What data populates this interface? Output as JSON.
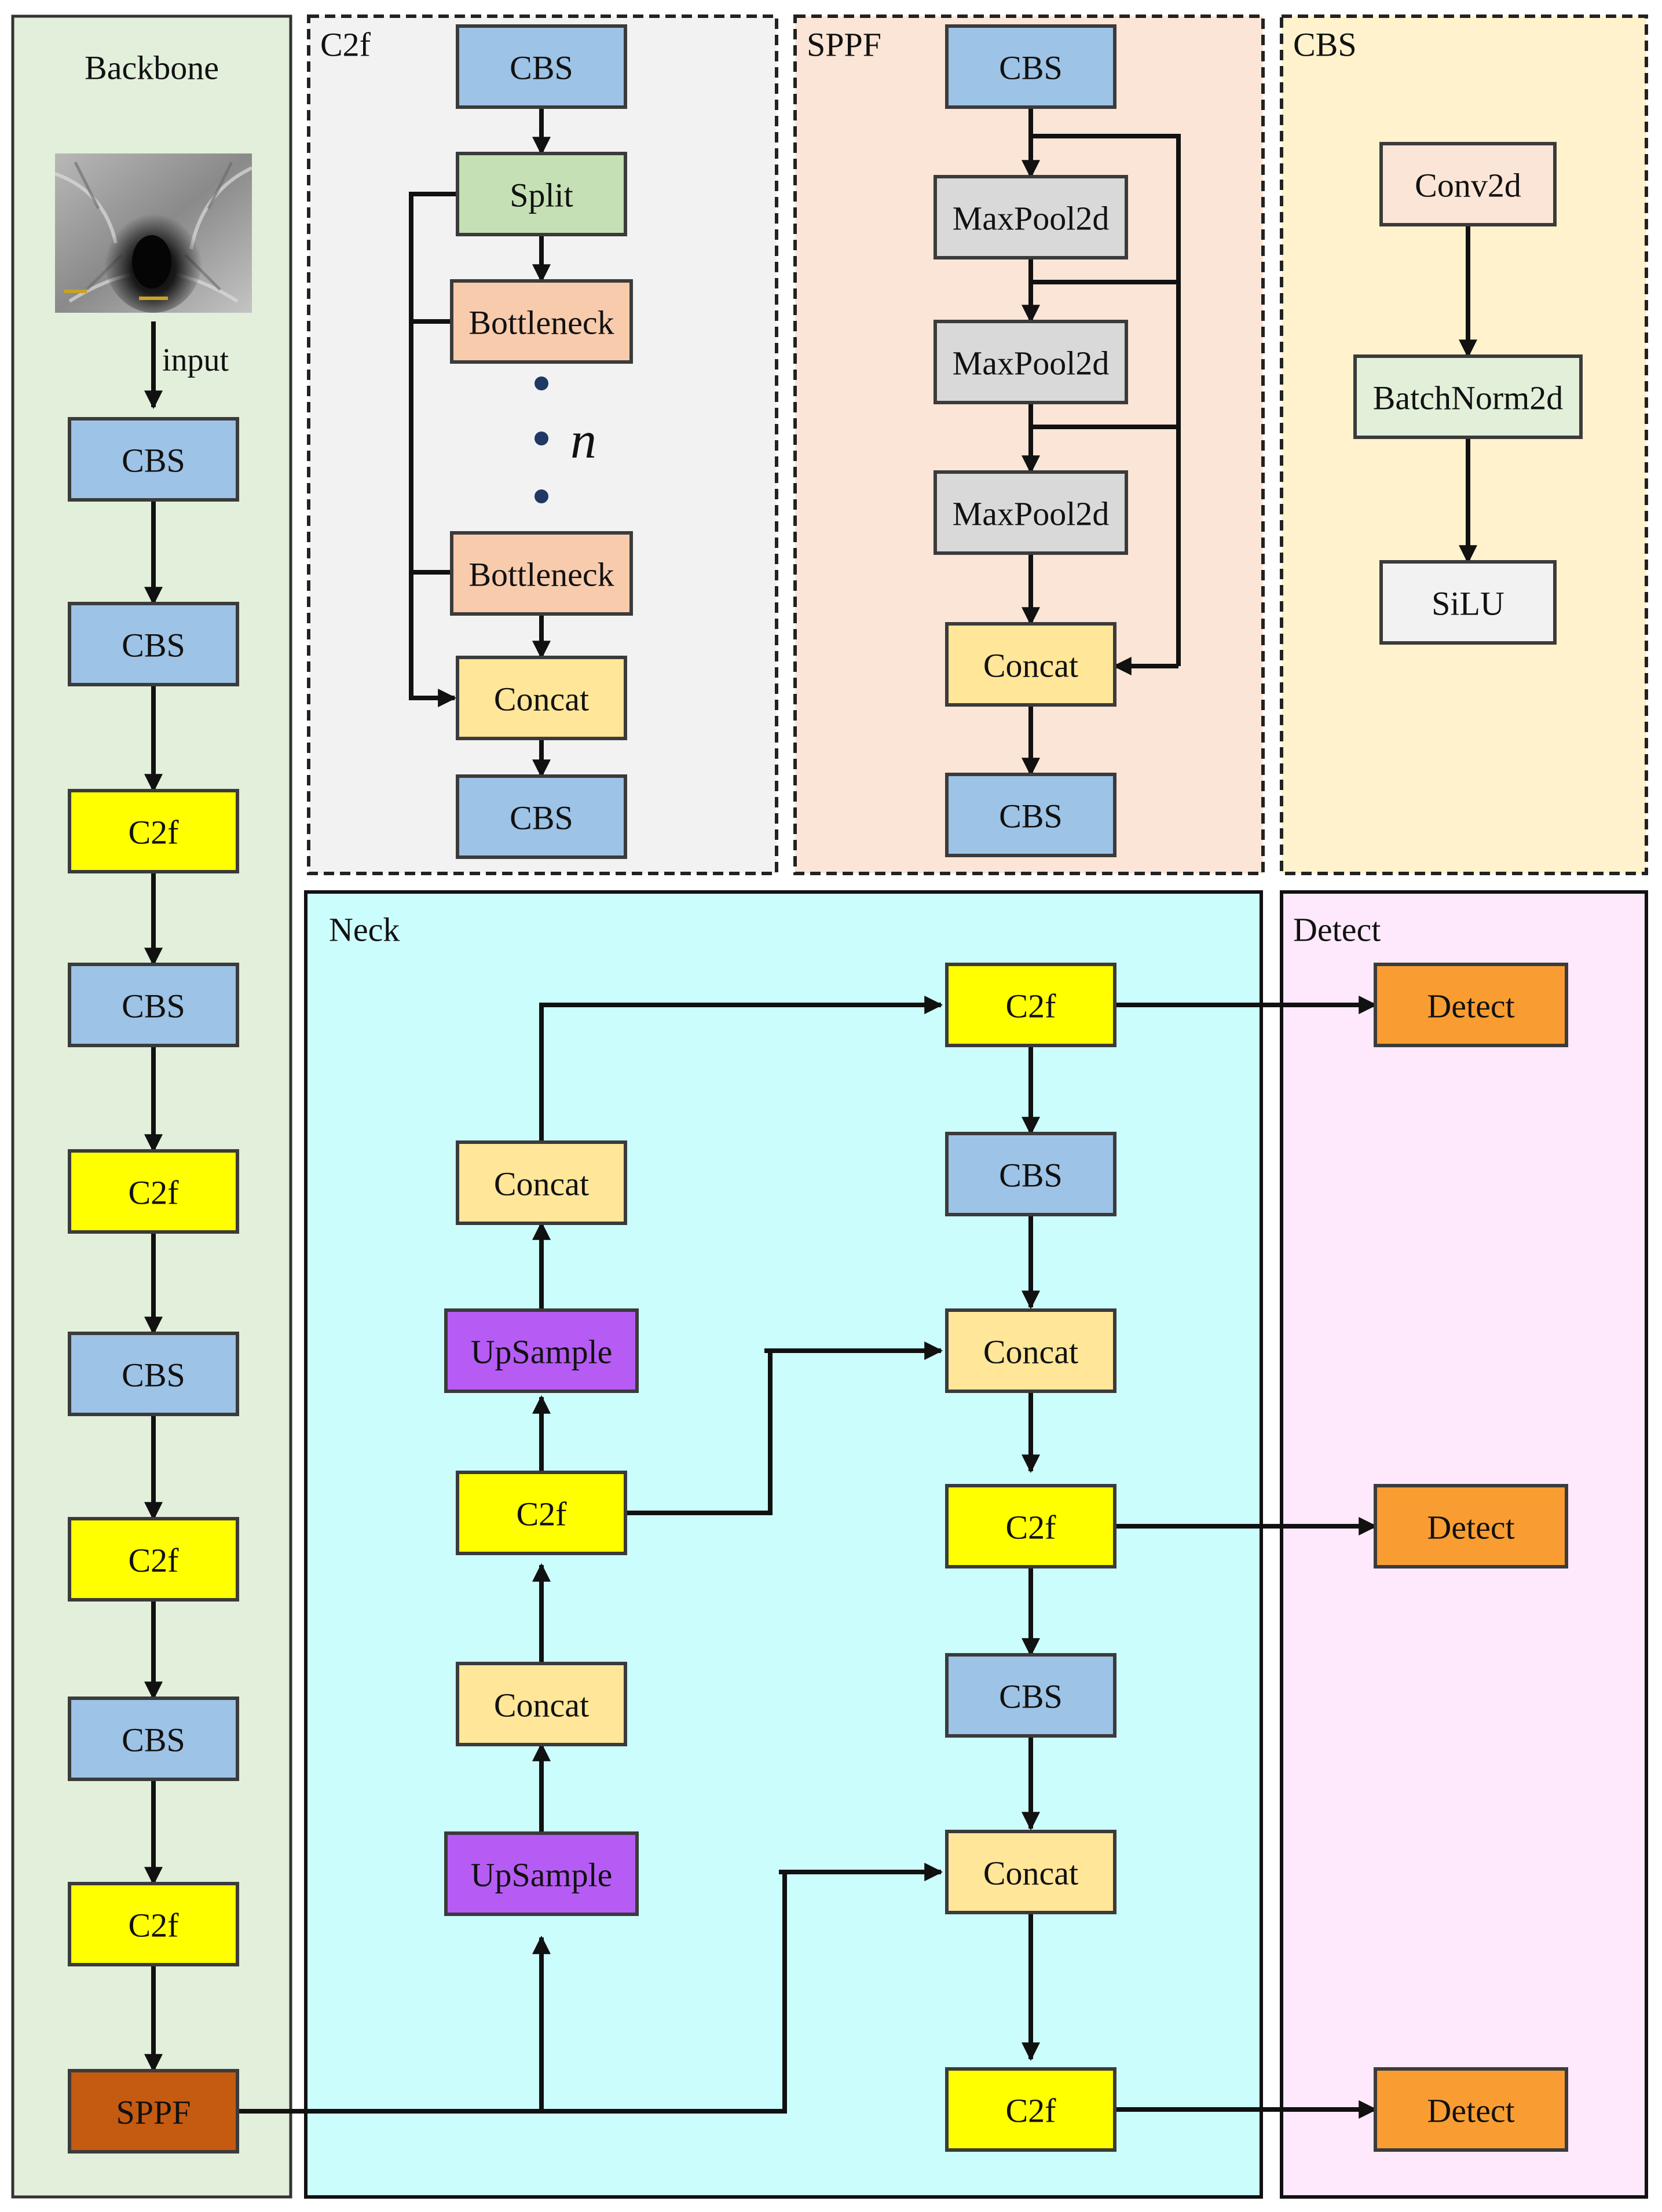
{
  "colors": {
    "cbs": "#9dc3e6",
    "c2f": "#ffff00",
    "split": "#c5e0b4",
    "bottleneck": "#f8cbad",
    "concat": "#ffe699",
    "maxpool": "#d9d9d9",
    "conv2d": "#fbe5d6",
    "batchnorm": "#e2f0d9",
    "silu": "#f2f2f2",
    "upsample": "#b65cf5",
    "detect": "#f99d32",
    "sppf": "#c55a11",
    "backbone_bg": "#e2efda",
    "c2f_bg": "#f2f2f2",
    "sppf_bg": "#fbe5d6",
    "cbs_bg": "#fff2cc",
    "neck_bg": "#ccfdfd",
    "detect_bg": "#fde9fb"
  },
  "panels": {
    "backbone": {
      "title": "Backbone",
      "input_label": "input",
      "input_image": "pipe-interior-photo"
    },
    "c2f": {
      "title": "C2f",
      "repeat_label": "n"
    },
    "sppf": {
      "title": "SPPF"
    },
    "cbs": {
      "title": "CBS"
    },
    "neck": {
      "title": "Neck"
    },
    "detect": {
      "title": "Detect"
    }
  },
  "blocks": {
    "bb_cbs1": "CBS",
    "bb_cbs2": "CBS",
    "bb_c2f1": "C2f",
    "bb_cbs3": "CBS",
    "bb_c2f2": "C2f",
    "bb_cbs4": "CBS",
    "bb_c2f3": "C2f",
    "bb_cbs5": "CBS",
    "bb_c2f4": "C2f",
    "bb_sppf": "SPPF",
    "c2f_cbs_top": "CBS",
    "c2f_split": "Split",
    "c2f_bottleneck1": "Bottleneck",
    "c2f_bottleneck2": "Bottleneck",
    "c2f_concat": "Concat",
    "c2f_cbs_bottom": "CBS",
    "sppf_cbs_top": "CBS",
    "sppf_maxpool1": "MaxPool2d",
    "sppf_maxpool2": "MaxPool2d",
    "sppf_maxpool3": "MaxPool2d",
    "sppf_concat": "Concat",
    "sppf_cbs_bottom": "CBS",
    "cbs_conv2d": "Conv2d",
    "cbs_batchnorm": "BatchNorm2d",
    "cbs_silu": "SiLU",
    "neck_concat_a": "Concat",
    "neck_upsample_a": "UpSample",
    "neck_c2f_left": "C2f",
    "neck_concat_b": "Concat",
    "neck_upsample_b": "UpSample",
    "neck_c2f_r1": "C2f",
    "neck_cbs_r1": "CBS",
    "neck_concat_r1": "Concat",
    "neck_c2f_r2": "C2f",
    "neck_cbs_r2": "CBS",
    "neck_concat_r2": "Concat",
    "neck_c2f_r3": "C2f",
    "detect1": "Detect",
    "detect2": "Detect",
    "detect3": "Detect"
  }
}
